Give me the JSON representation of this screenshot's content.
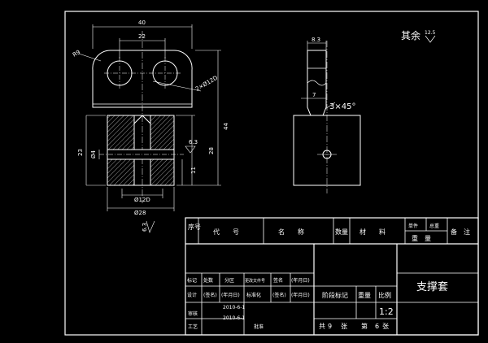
{
  "drawing": {
    "surface_note": {
      "label": "其余",
      "roughness": "12.5"
    },
    "front_view_dims": {
      "width_top": "40",
      "hole_spacing": "22",
      "radius": "R9",
      "holes": "2×Ø12D",
      "height_total": "44",
      "height_body": "23",
      "bore_small": "Ø4",
      "bore_height": "28",
      "slot_width": "11",
      "roughness_local": "6.3",
      "bore_dia": "Ø12D",
      "body_dia": "Ø28",
      "roughness_bottom": "6.3"
    },
    "side_view_dims": {
      "tab_width": "8.3",
      "tab_height": "7",
      "chamfer": "3×45°"
    }
  },
  "title_block": {
    "parts_list_header": {
      "seq": "序号",
      "code": "代　　号",
      "name": "名　　称",
      "qty": "数量",
      "material": "材　　料",
      "unit_weight": "单件",
      "total_weight": "总重",
      "weight": "重　量",
      "remarks": "备　注"
    },
    "revision_row": [
      "标记",
      "处数",
      "分区",
      "更改文件号",
      "签名",
      "(年月日)"
    ],
    "design_row": [
      "设计",
      "(签名)",
      "(年月日)",
      "标准化",
      "(签名)",
      "(年月日)"
    ],
    "review": "审核",
    "review_date": "2010-6-1",
    "process": "工艺",
    "process_date": "2010-6-1",
    "approve": "批准",
    "stage_mark": "阶段标记",
    "weight_label": "重量",
    "scale_label": "比例",
    "scale": "1:2",
    "part_title": "支撑套",
    "sheets_total_prefix": "共",
    "sheets_total": "9",
    "sheets_unit": "张",
    "sheet_prefix": "第",
    "sheet_no": "6",
    "sheet_unit": "张"
  }
}
